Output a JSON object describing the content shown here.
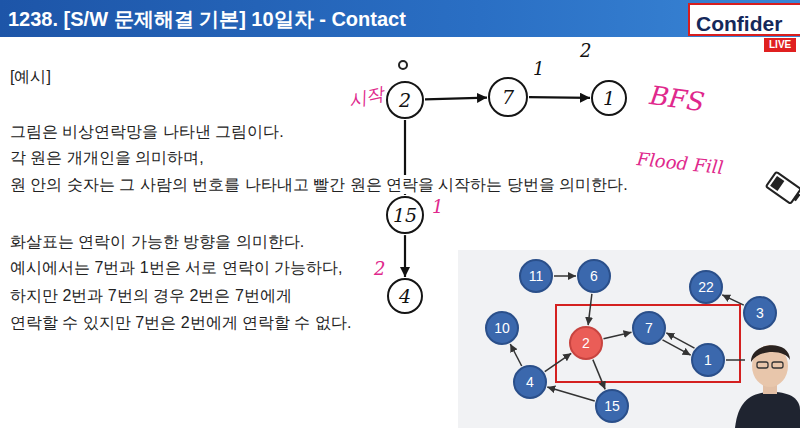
{
  "diagram": {
    "title": "1238. [S/W 문제해결 기본] 10일차 - Contact",
    "nodes": [
      {
        "text": [
          "2"
        ]
      },
      {
        "text": [
          "7"
        ]
      },
      {
        "text": [
          "1"
        ]
      },
      {
        "text": [
          "15"
        ]
      },
      {
        "text": [
          "4"
        ]
      },
      {
        "text": [
          "11"
        ]
      },
      {
        "text": [
          "6"
        ]
      },
      {
        "text": [
          "22"
        ]
      },
      {
        "text": [
          "3"
        ]
      },
      {
        "text": [
          "10"
        ]
      },
      {
        "text": [
          "2"
        ]
      },
      {
        "text": [
          "7"
        ]
      },
      {
        "text": [
          "1"
        ]
      },
      {
        "text": [
          "4"
        ]
      },
      {
        "text": [
          "15"
        ]
      }
    ],
    "edges": [
      {
        "from": 0,
        "to": 1,
        "arrow": "to"
      },
      {
        "from": 1,
        "to": 2,
        "arrow": "to"
      },
      {
        "from": 0,
        "to": 3,
        "arrow": "to"
      },
      {
        "from": 3,
        "to": 4,
        "arrow": "to"
      },
      {
        "from": 5,
        "to": 6,
        "arrow": "to"
      },
      {
        "from": 6,
        "to": 10,
        "arrow": "to"
      },
      {
        "from": 8,
        "to": 7,
        "arrow": "to"
      },
      {
        "from": 10,
        "to": 11,
        "arrow": "to"
      },
      {
        "from": 11,
        "to": 12,
        "arrow": "to"
      },
      {
        "from": 12,
        "to": 11,
        "arrow": "to"
      },
      {
        "from": 10,
        "to": 14,
        "arrow": "to"
      },
      {
        "from": 14,
        "to": 13,
        "arrow": "to"
      },
      {
        "from": 13,
        "to": 9,
        "arrow": "to"
      },
      {
        "from": 13,
        "to": 10,
        "arrow": "to"
      }
    ],
    "labels": [
      "Confider",
      "LIVE",
      "[예시]",
      "시작",
      "1",
      "2",
      "BFS",
      "Flood Fill",
      "그림은 비상연락망을 나타낸 그림이다.",
      "각 원은 개개인을 의미하며,",
      "원 안의 숫자는 그 사람의 번호를 나타내고 빨간 원은 연락을 시작하는 당번을 의미한다.",
      "1",
      "화살표는 연락이 가능한 방향을 의미한다.",
      "예시에서는 7번과 1번은 서로 연락이 가능하다,",
      "2",
      "하지만 2번과 7번의 경우 2번은 7번에게",
      "연락할 수 있지만 7번은 2번에게 연락할 수 없다."
    ]
  }
}
